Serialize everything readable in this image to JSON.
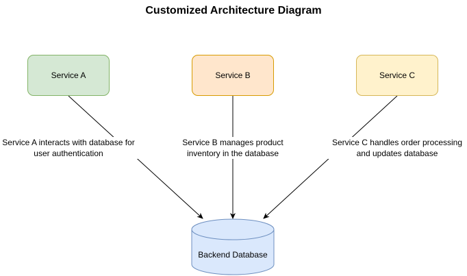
{
  "title": "Customized Architecture Diagram",
  "nodes": {
    "service_a": {
      "label": "Service A",
      "fill": "#d5e8d4",
      "stroke": "#82b366"
    },
    "service_b": {
      "label": "Service B",
      "fill": "#ffe6cc",
      "stroke": "#d79b00"
    },
    "service_c": {
      "label": "Service C",
      "fill": "#fff2cc",
      "stroke": "#d6b656"
    },
    "database": {
      "label": "Backend Database",
      "fill": "#dae8fc",
      "stroke": "#6c8ebf"
    }
  },
  "edges": [
    {
      "from": "service_a",
      "to": "database",
      "label": "Service A interacts with database for\nuser authentication"
    },
    {
      "from": "service_b",
      "to": "database",
      "label": "Service B manages product\ninventory in the database"
    },
    {
      "from": "service_c",
      "to": "database",
      "label": "Service C handles order processing\nand updates database"
    }
  ]
}
